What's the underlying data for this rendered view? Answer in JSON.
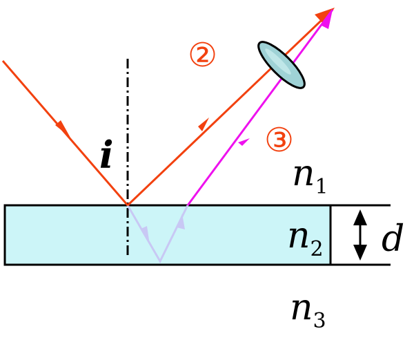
{
  "diagram": {
    "incidence_angle_label": "i",
    "ray_labels": {
      "reflected_top": "②",
      "refracted_back": "③"
    },
    "media": [
      {
        "symbol": "n",
        "subscript": "1"
      },
      {
        "symbol": "n",
        "subscript": "2"
      },
      {
        "symbol": "n",
        "subscript": "3"
      }
    ],
    "thickness_label": "d",
    "colors": {
      "incident_ray": "#f2410f",
      "reflected_ray": "#f2410f",
      "refracted_ray": "#ee11ee",
      "internal_ray": "#c8c8f4",
      "film_fill": "#ccf5f8",
      "lens_fill": "#9fd2d6",
      "normal_line": "#000000"
    }
  }
}
